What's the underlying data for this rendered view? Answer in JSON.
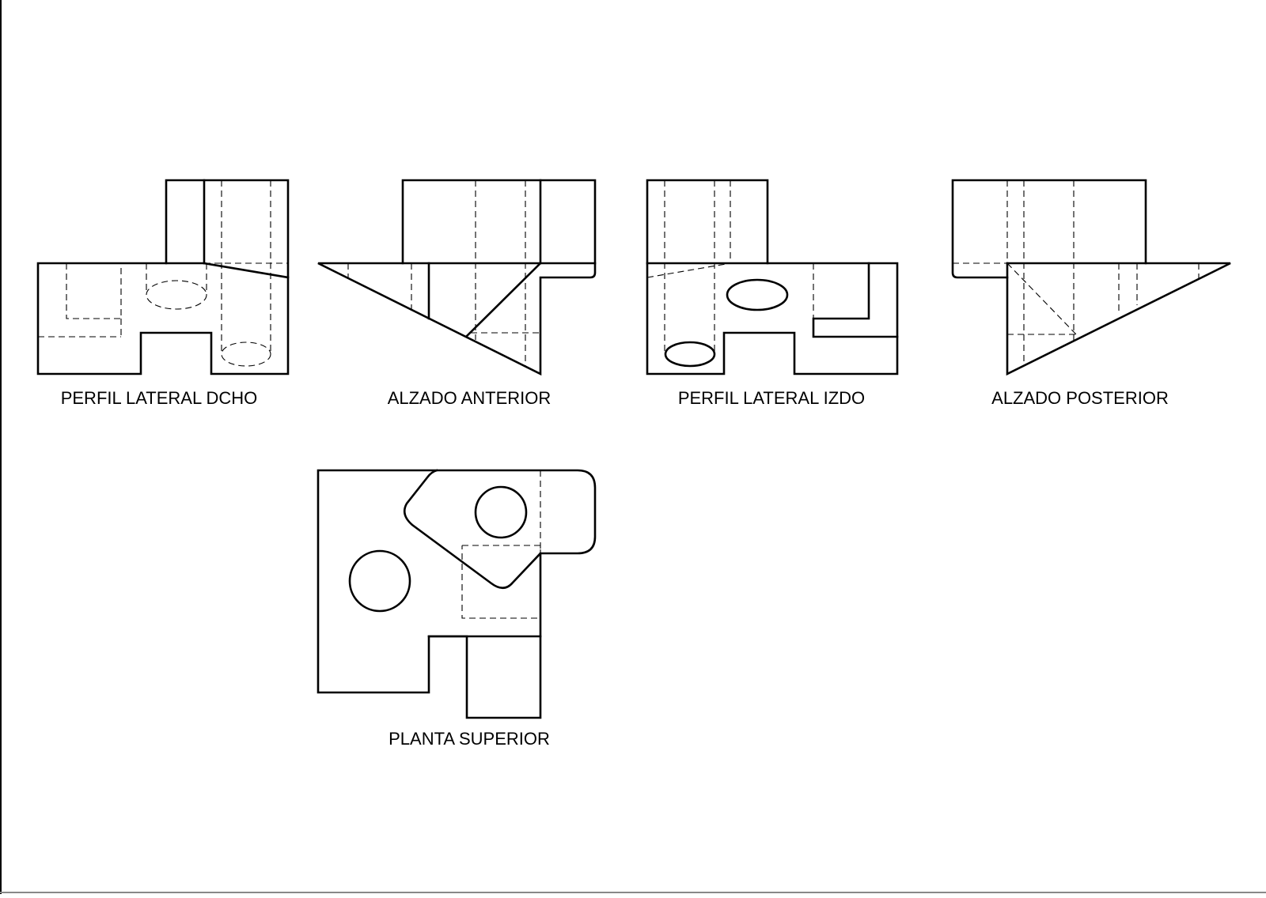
{
  "views": {
    "right_profile": {
      "label": "PERFIL LATERAL DCHO"
    },
    "front_elevation": {
      "label": "ALZADO ANTERIOR"
    },
    "left_profile": {
      "label": "PERFIL LATERAL IZDO"
    },
    "rear_elevation": {
      "label": "ALZADO POSTERIOR"
    },
    "top_plan": {
      "label": "PLANTA SUPERIOR"
    }
  },
  "colors": {
    "line": "#000000",
    "background": "#ffffff"
  }
}
